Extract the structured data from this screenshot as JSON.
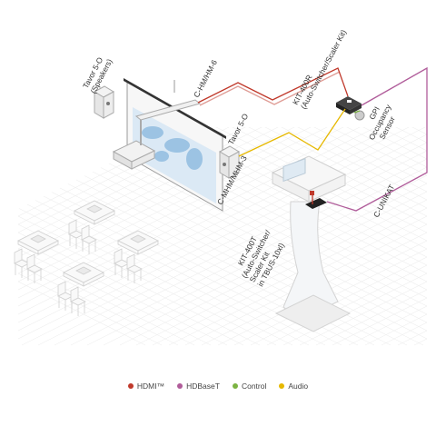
{
  "labels": {
    "speaker_left": [
      "Tavor 5-O",
      "(Speakers)"
    ],
    "cable_top": "C-HM/HM-6",
    "receiver": [
      "KIT-400R",
      "(Auto-Switcher/Scaler Kit)"
    ],
    "speaker_right": "Tavor 5-O",
    "gpi_sensor": [
      "GPI",
      "Occupancy",
      "Sensor"
    ],
    "cable_mid": "C-MHM/MHM-3",
    "unikat": "C-UNIKAT",
    "transmitter": [
      "KIT-400T",
      "(Auto-Switcher/",
      "Scaler Kit",
      "in TBUS-10xl)"
    ]
  },
  "legend": [
    {
      "label": "HDMI™",
      "color": "#c0392b"
    },
    {
      "label": "HDBaseT",
      "color": "#b05c9a"
    },
    {
      "label": "Control",
      "color": "#7cb342"
    },
    {
      "label": "Audio",
      "color": "#e6b800"
    }
  ],
  "colors": {
    "hdmi": "#c0392b",
    "hdbaset": "#b05c9a",
    "control": "#7cb342",
    "audio": "#e6b800",
    "grid": "#ededed",
    "outline": "#c8c8c8"
  }
}
